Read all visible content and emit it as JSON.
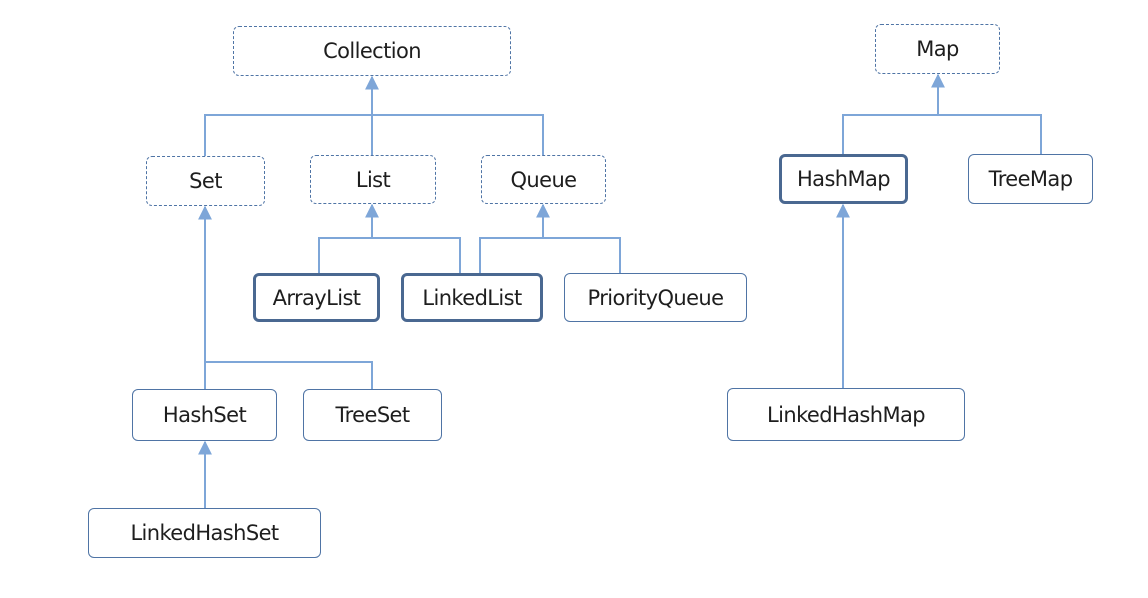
{
  "colors": {
    "line": "#7ea6d8",
    "border": "#4f74a5",
    "highlight_border": "#4a6891",
    "text": "#1e1e1e"
  },
  "nodes": {
    "collection": "Collection",
    "set": "Set",
    "list": "List",
    "queue": "Queue",
    "arraylist": "ArrayList",
    "linkedlist": "LinkedList",
    "priorityqueue": "PriorityQueue",
    "hashset": "HashSet",
    "treeset": "TreeSet",
    "linkedhashset": "LinkedHashSet",
    "map": "Map",
    "hashmap": "HashMap",
    "treemap": "TreeMap",
    "linkedhashmap": "LinkedHashMap"
  }
}
